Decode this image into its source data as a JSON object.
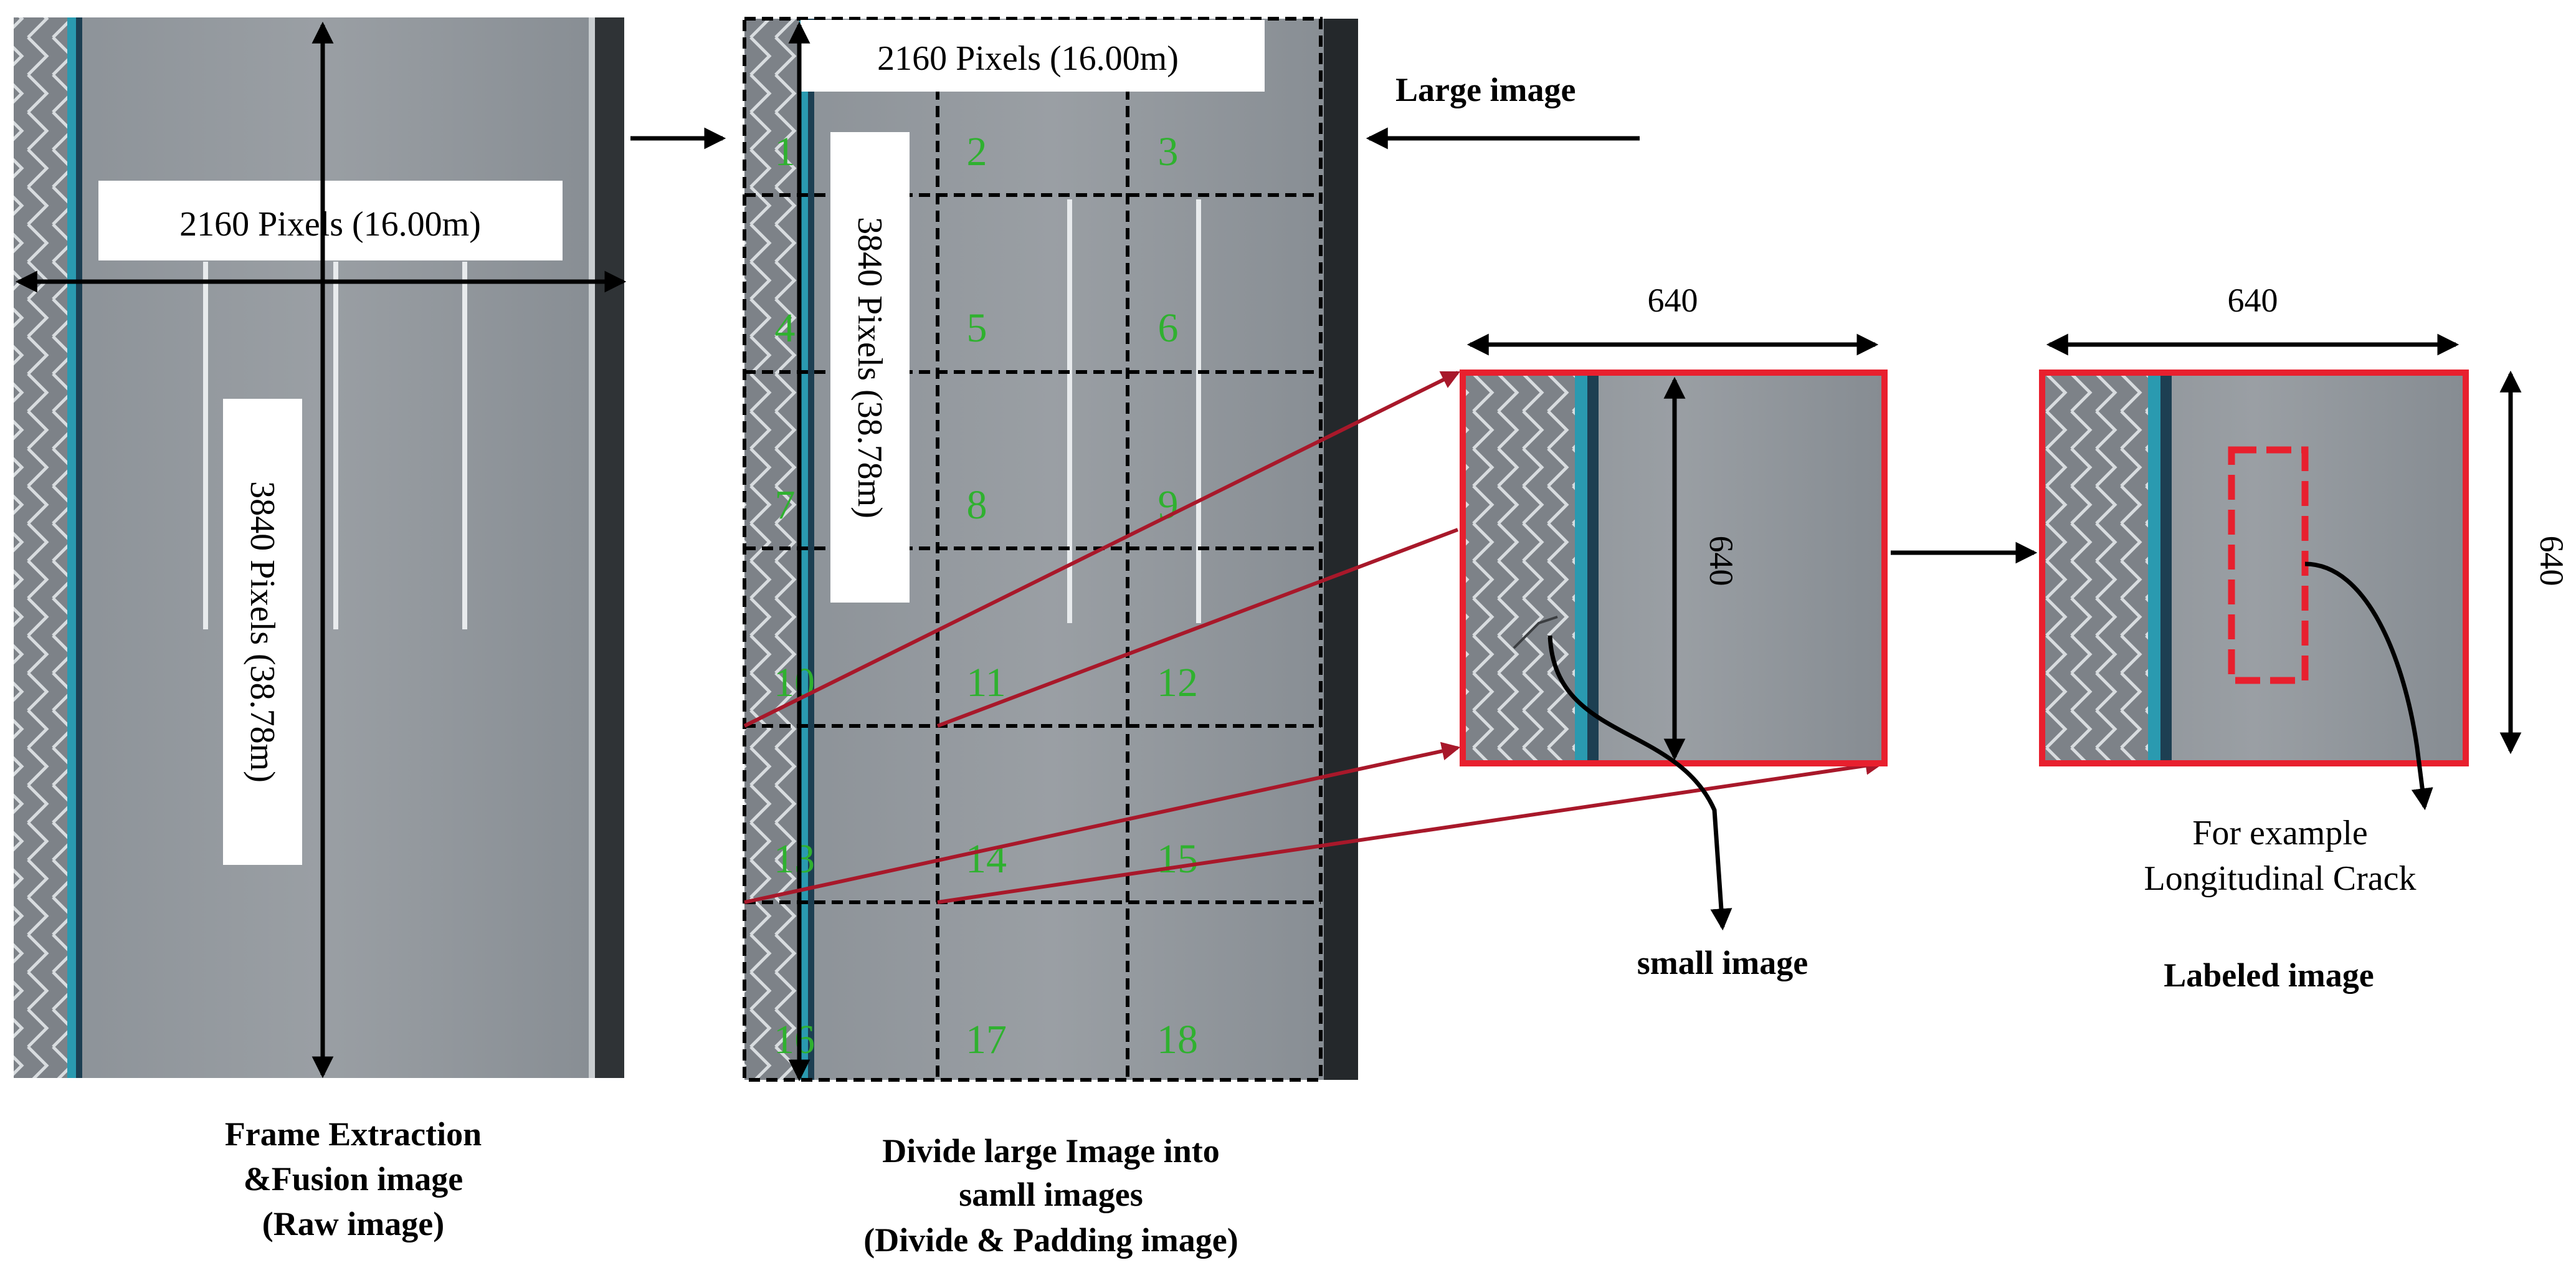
{
  "raw_panel": {
    "width_label": "2160 Pixels (16.00m)",
    "height_label": "3840 Pixels (38.78m)",
    "caption": [
      "Frame Extraction",
      "&Fusion image",
      "(Raw image)"
    ]
  },
  "large_panel": {
    "title": "Large image",
    "width_label": "2160 Pixels (16.00m)",
    "height_label": "3840 Pixels (38.78m)",
    "grid_numbers": [
      "1",
      "2",
      "3",
      "4",
      "5",
      "6",
      "7",
      "8",
      "9",
      "10",
      "11",
      "12",
      "13",
      "14",
      "15",
      "16",
      "17",
      "18"
    ],
    "caption": [
      "Divide large Image into",
      "samll images",
      "(Divide & Padding image)"
    ]
  },
  "small_panel": {
    "width_label": "640",
    "height_label": "640",
    "caption": "small image"
  },
  "labeled_panel": {
    "width_label": "640",
    "height_label": "640",
    "annotation": [
      "For example",
      "Longitudinal Crack"
    ],
    "caption": "Labeled image"
  },
  "colors": {
    "road": "#8f959b",
    "asphalt_dark": "#4a4d50",
    "lane_blue": "#2a9ab0",
    "frame_red": "#e8202e",
    "connector": "#a8182a",
    "grid_number": "#2fb12f"
  }
}
